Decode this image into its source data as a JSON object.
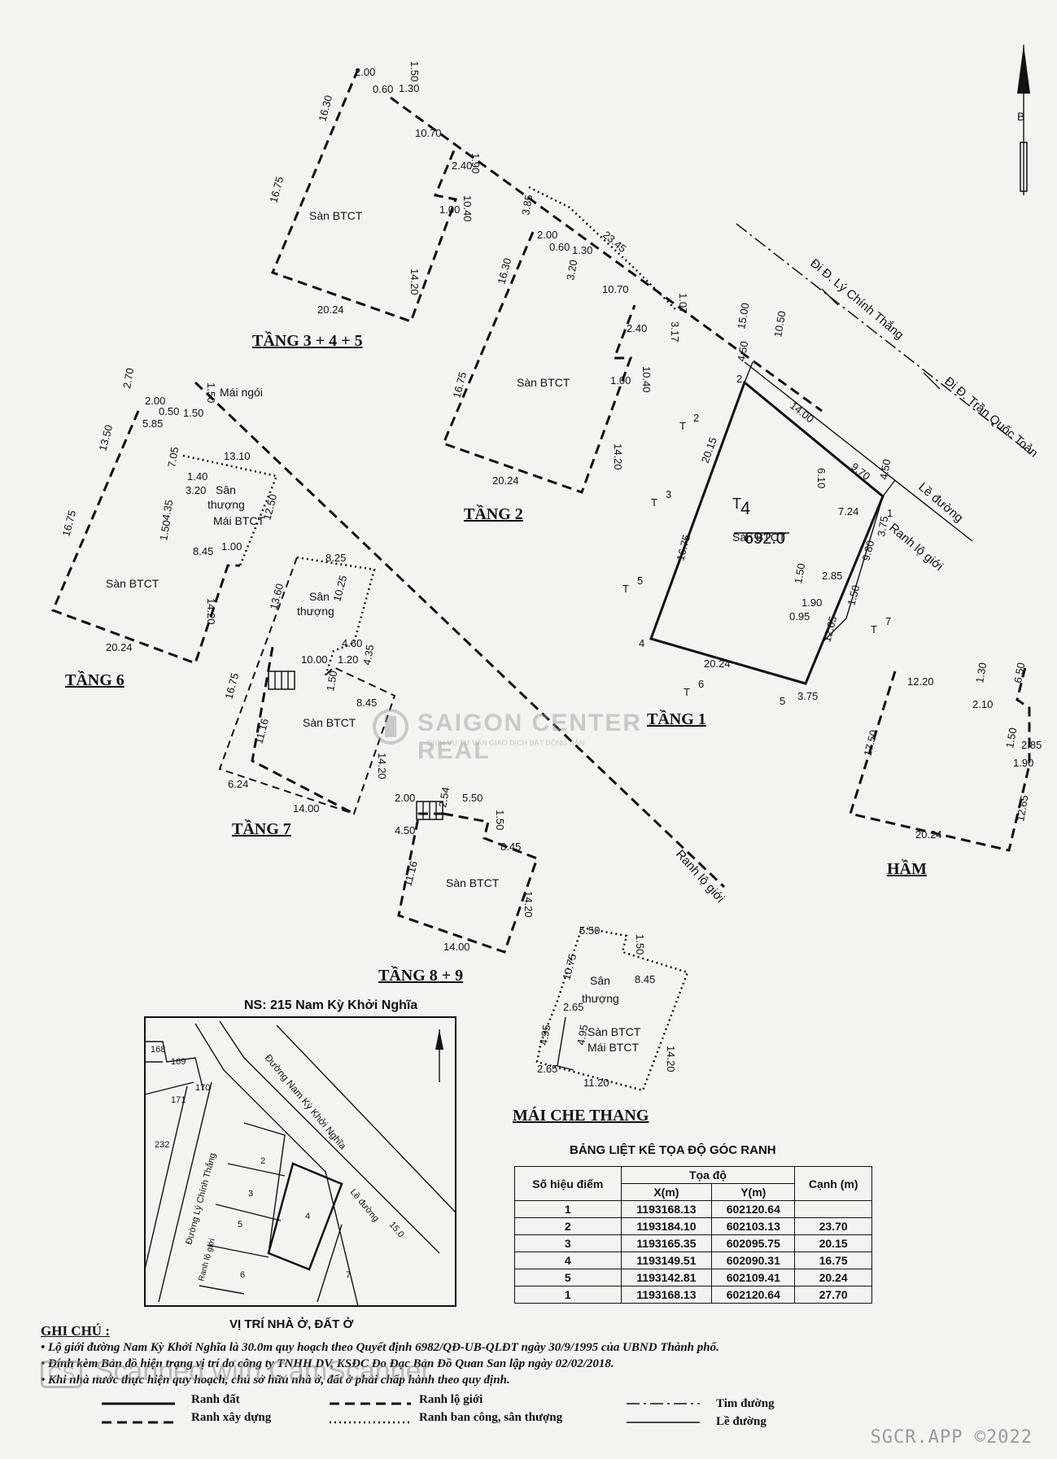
{
  "floors": {
    "t345": "TẦNG 3 + 4 + 5",
    "t2": "TẦNG 2",
    "t6": "TẦNG 6",
    "t7": "TẦNG 7",
    "t89": "TẦNG 8 + 9",
    "t1": "TẦNG 1",
    "ham": "HẦM",
    "mai": "MÁI CHE THANG"
  },
  "labels": {
    "san_btct": "Sàn BTCT",
    "san": "Sân",
    "thuong": "thượng",
    "mai_btct": "Mái BTCT",
    "mai_ngoi": "Mái ngói",
    "ranh_lo_gioi": "Ranh lộ giới",
    "le_duong": "Lề đường",
    "road1": "Đi Đ. Lý Chính Thắng",
    "road2": "Đi Đ. Trần Quốc Toản",
    "lot_no": "4",
    "lot_area": "692.0"
  },
  "dims": {
    "d2024": "20.24",
    "d1675": "16.75",
    "d1420": "14.20",
    "d1630": "16.30",
    "d1070": "10.70",
    "d1040": "10.40",
    "d100": "1.00",
    "d190": "1.90",
    "d240": "2.40",
    "d150": "1.50",
    "d200": "2.00",
    "d060": "0.60",
    "d130": "1.30",
    "d2345": "23.45",
    "d385": "3.85",
    "d050": "0.50",
    "d107": "1.07",
    "d317": "3.17",
    "d320": "3.20",
    "d1500": "15.00",
    "d1050": "10.50",
    "d450": "4.50",
    "d1400": "14.00",
    "d2015": "20.15",
    "d970": "9.70",
    "d610": "6.10",
    "d724": "7.24",
    "d375": "3.75",
    "d980": "9.80",
    "d285": "2.85",
    "d095": "0.95",
    "d1265": "12.65",
    "d1350": "13.50",
    "d585": "5.85",
    "d1310": "13.10",
    "d705": "7.05",
    "d140": "1.40",
    "d435": "4.35",
    "d1250": "12.50",
    "d845": "8.45",
    "d825": "8.25",
    "d1360": "13.60",
    "d1025": "10.25",
    "d460": "4.60",
    "d120": "1.20",
    "d1000": "10.00",
    "d1116": "11.16",
    "d624": "6.24",
    "d550": "5.50",
    "d254": "2.54",
    "d1075": "10.75",
    "d265": "2.65",
    "d495": "4.95",
    "d1120": "11.20",
    "d1220": "12.20",
    "d210": "2.10",
    "d650": "6.50",
    "d1750": "17.50",
    "d270": "2.70"
  },
  "markers": {
    "t2": "T",
    "m1": "1",
    "m2": "2",
    "m3": "3",
    "m4": "4",
    "m5": "5",
    "m6": "6",
    "m7": "7"
  },
  "location": {
    "title": "NS: 215 Nam Kỳ Khởi Nghĩa",
    "caption": "VỊ TRÍ NHÀ Ở, ĐẤT Ở",
    "street1": "Đường Nam Kỳ Khởi Nghĩa",
    "street2": "Đường Lý Chính Thắng",
    "le_duong": "Lề đường",
    "ranh": "Ranh lộ giới",
    "w": "15.0",
    "parcels": [
      "168",
      "169",
      "170",
      "171",
      "232",
      "2",
      "3",
      "4",
      "5",
      "6",
      "7"
    ]
  },
  "table": {
    "title": "BẢNG LIỆT KÊ TỌA ĐỘ GÓC RANH",
    "h_point": "Số hiệu điểm",
    "h_coord": "Tọa độ",
    "h_x": "X(m)",
    "h_y": "Y(m)",
    "h_edge": "Cạnh (m)",
    "rows": [
      {
        "p": "1",
        "x": "1193168.13",
        "y": "602120.64",
        "c": ""
      },
      {
        "p": "2",
        "x": "1193184.10",
        "y": "602103.13",
        "c": "23.70"
      },
      {
        "p": "3",
        "x": "1193165.35",
        "y": "602095.75",
        "c": "20.15"
      },
      {
        "p": "4",
        "x": "1193149.51",
        "y": "602090.31",
        "c": "16.75"
      },
      {
        "p": "5",
        "x": "1193142.81",
        "y": "602109.41",
        "c": "20.24"
      },
      {
        "p": "1",
        "x": "1193168.13",
        "y": "602120.64",
        "c": "27.70"
      }
    ]
  },
  "notes": {
    "heading": "GHI CHÚ :",
    "n1": "• Lộ giới đường Nam Kỳ Khởi Nghĩa là 30.0m quy hoạch theo Quyết định 6982/QĐ-UB-QLĐT ngày 30/9/1995 của UBND Thành phố.",
    "n2": "• Đính kèm Bản đồ hiện trạng vị trí do công ty TNHH DV, KSĐC Đo Đạc Bản Đồ Quan San lập ngày 02/02/2018.",
    "n3": "• Khi nhà nước thực hiện quy hoạch, chủ sở hữu nhà ở, đất ở phải chấp hành theo quy định."
  },
  "legend": {
    "ranh_dat": "Ranh đất",
    "ranh_xay_dung": "Ranh xây dựng",
    "ranh_lo_gioi": "Ranh lộ giới",
    "ranh_ban_cong": "Ranh ban công, sân thượng",
    "tim_duong": "Tim đường",
    "le_duong": "Lề đường"
  },
  "watermarks": {
    "center_name": "SAIGON CENTER REAL",
    "center_sub": "DỊCH VỤ TƯ VẤN GIAO DỊCH BẤT ĐỘNG SẢN",
    "scanner": "Scanned with CamScanner",
    "cs": "CS",
    "app": "SGCR.APP ©2022"
  },
  "north": "B"
}
